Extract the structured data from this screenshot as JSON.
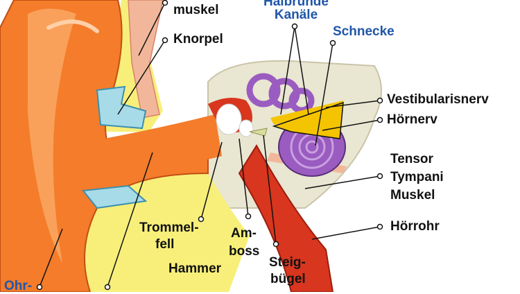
{
  "labels": {
    "muskel": "muskel",
    "knorpel": "Knorpel",
    "halbrunde": "Halbrunde",
    "kanaele": "Kanäle",
    "schnecke": "Schnecke",
    "vestibularisnerv": "Vestibularisnerv",
    "hoernerv": "Hörnerv",
    "tensor": "Tensor",
    "tympani": "Tympani",
    "muskel2": "Muskel",
    "hoerrohr": "Hörrohr",
    "trommel": "Trommel-",
    "fell": "fell",
    "am": "Am-",
    "boss": "boss",
    "hammer": "Hammer",
    "steig": "Steig-",
    "buegel": "bügel",
    "ohr": "Ohr-"
  },
  "colors": {
    "skin": "#f47c2a",
    "skin_light": "#f9a15a",
    "canal_red": "#d8361e",
    "cartilage_yellow": "#f7ef7a",
    "bone": "#e9e6d2",
    "cochlea_purple": "#9a5cc0",
    "nerve_yellow": "#f5c400",
    "label_blue": "#1f56a8"
  }
}
